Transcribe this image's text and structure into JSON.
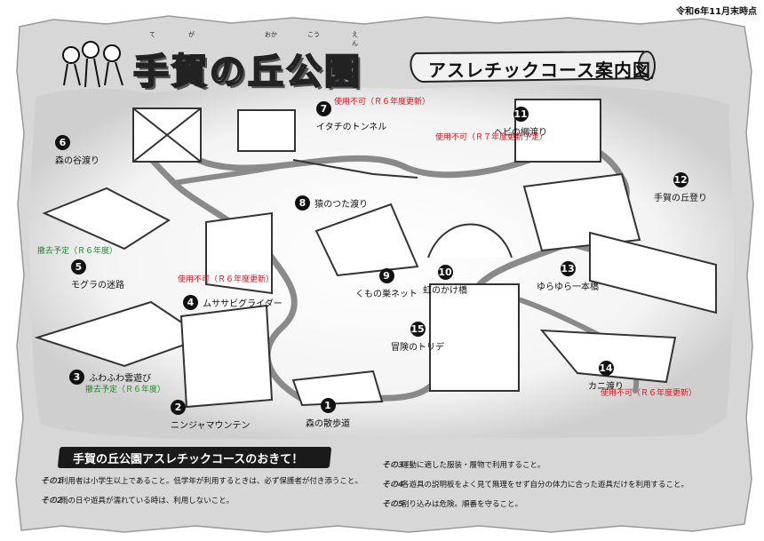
{
  "header": {
    "as_of": "令和6年11月末時点",
    "title": "手賀の丘公園",
    "title_ruby": [
      "て",
      "が",
      "おか",
      "こう",
      "えん"
    ],
    "subtitle": "アスレチックコース案内図"
  },
  "stations": [
    {
      "no": "1",
      "name": "森の散歩道"
    },
    {
      "no": "2",
      "name": "ニンジャマウンテン"
    },
    {
      "no": "3",
      "name": "ふわふわ雲遊び",
      "note": "撤去予定（Ｒ６年度）"
    },
    {
      "no": "4",
      "name": "ムササビグライダー",
      "note": "使用不可（Ｒ６年度更新）"
    },
    {
      "no": "5",
      "name": "モグラの迷路",
      "note": "撤去予定（Ｒ６年度）"
    },
    {
      "no": "6",
      "name": "森の谷渡り"
    },
    {
      "no": "7",
      "name": "イタチのトンネル",
      "note": "使用不可（Ｒ６年度更新）"
    },
    {
      "no": "8",
      "name": "猿のつた渡り"
    },
    {
      "no": "9",
      "name": "くもの巣ネット"
    },
    {
      "no": "10",
      "name": "虹のかけ橋"
    },
    {
      "no": "11",
      "name": "ヘビの網渡り",
      "note": "使用不可（Ｒ７年度更新予定）"
    },
    {
      "no": "12",
      "name": "手賀の丘登り"
    },
    {
      "no": "13",
      "name": "ゆらゆら一本橋"
    },
    {
      "no": "14",
      "name": "カニ渡り",
      "note": "使用不可（Ｒ６年度更新）"
    },
    {
      "no": "15",
      "name": "冒険のトリデ"
    }
  ],
  "rules": {
    "title": "手賀の丘公園アスレチックコースのおきて！",
    "items": [
      {
        "no": "その1",
        "text": "利用者は小学生以上であること。低学年が利用するときは、必ず保護者が付き添うこと。"
      },
      {
        "no": "その2",
        "text": "雨の日や遊具が濡れている時は、利用しないこと。"
      },
      {
        "no": "その3",
        "text": "運動に適した服装・履物で利用すること。"
      },
      {
        "no": "その4",
        "text": "各遊具の説明板をよく見て無理をせず自分の体力に合った遊具だけを利用すること。"
      },
      {
        "no": "その5",
        "text": "割り込みは危険。順番を守ること。"
      }
    ]
  },
  "colors": {
    "unusable": "#d8141f",
    "removal": "#1f8a2a",
    "paper": "#d9d9d9",
    "path": "#8a8a8a"
  }
}
